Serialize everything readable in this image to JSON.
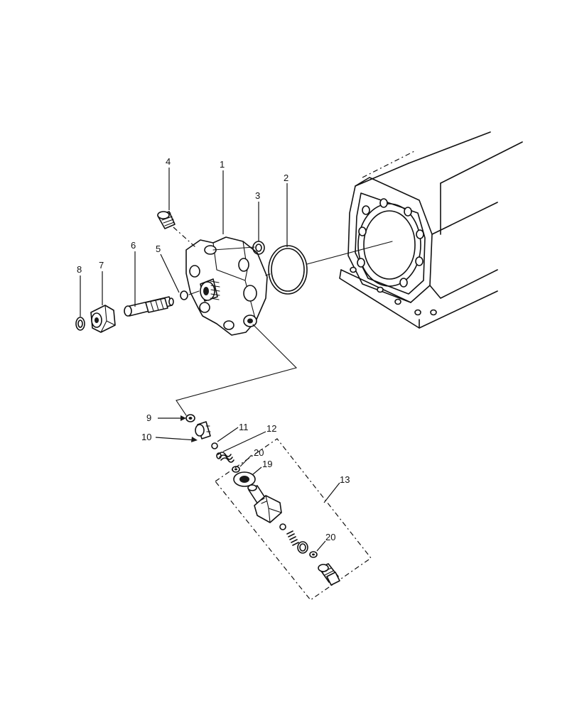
{
  "callouts": [
    {
      "id": "1",
      "text": "1"
    },
    {
      "id": "2",
      "text": "2"
    },
    {
      "id": "3",
      "text": "3"
    },
    {
      "id": "4",
      "text": "4"
    },
    {
      "id": "5",
      "text": "5"
    },
    {
      "id": "6",
      "text": "6"
    },
    {
      "id": "7",
      "text": "7"
    },
    {
      "id": "8",
      "text": "8"
    },
    {
      "id": "9",
      "text": "9"
    },
    {
      "id": "10",
      "text": "10"
    },
    {
      "id": "11",
      "text": "11"
    },
    {
      "id": "12",
      "text": "12"
    },
    {
      "id": "13",
      "text": "13"
    },
    {
      "id": "19",
      "text": "19"
    },
    {
      "id": "20a",
      "text": "20"
    },
    {
      "id": "20b",
      "text": "20"
    }
  ]
}
